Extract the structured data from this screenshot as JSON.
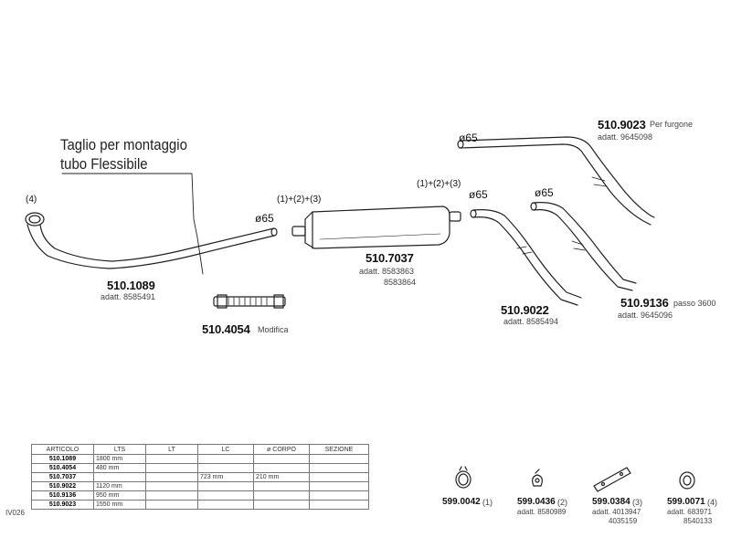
{
  "note": {
    "line1": "Taglio per montaggio",
    "line2": "tubo Flessibile"
  },
  "parts": [
    {
      "number": "510.1089",
      "desc": "",
      "adatt": [
        "adatt. 8585491"
      ],
      "diameter": "ø65",
      "ref": "(4)"
    },
    {
      "number": "510.4054",
      "desc": "Modifica",
      "adatt": []
    },
    {
      "number": "510.7037",
      "desc": "",
      "adatt": [
        "adatt. 8583863",
        "8583864"
      ],
      "refs": "(1)+(2)+(3)"
    },
    {
      "number": "510.9022",
      "desc": "",
      "adatt": [
        "adatt. 8585494"
      ],
      "diameter": "ø65",
      "refs": "(1)+(2)+(3)"
    },
    {
      "number": "510.9136",
      "desc": "passo 3600",
      "adatt": [
        "adatt. 9645096"
      ],
      "diameter": "ø65"
    },
    {
      "number": "510.9023",
      "desc": "Per furgone",
      "adatt": [
        "adatt. 9645098"
      ],
      "diameter": "ø65"
    }
  ],
  "table": {
    "headers": [
      "ARTICOLO",
      "LTS",
      "LT",
      "LC",
      "ø CORPO",
      "SEZIONE"
    ],
    "rows": [
      [
        "510.1089",
        "1800 mm",
        "",
        "",
        "",
        ""
      ],
      [
        "510.4054",
        "480 mm",
        "",
        "",
        "",
        ""
      ],
      [
        "510.7037",
        "",
        "",
        "723 mm",
        "210 mm",
        ""
      ],
      [
        "510.9022",
        "1120 mm",
        "",
        "",
        "",
        ""
      ],
      [
        "510.9136",
        "950 mm",
        "",
        "",
        "",
        ""
      ],
      [
        "510.9023",
        "1550 mm",
        "",
        "",
        "",
        ""
      ]
    ]
  },
  "catalog_code": "IV026",
  "accessories": [
    {
      "number": "599.0042",
      "ref": "(1)",
      "icon": "clamp-ring-icon",
      "adatt": []
    },
    {
      "number": "599.0436",
      "ref": "(2)",
      "icon": "rubber-hanger-icon",
      "adatt": [
        "adatt. 8580989"
      ]
    },
    {
      "number": "599.0384",
      "ref": "(3)",
      "icon": "bracket-strip-icon",
      "adatt": [
        "adatt. 4013947",
        "4035159"
      ]
    },
    {
      "number": "599.0071",
      "ref": "(4)",
      "icon": "gasket-ring-icon",
      "adatt": [
        "adatt. 683971",
        "8540133"
      ]
    }
  ]
}
